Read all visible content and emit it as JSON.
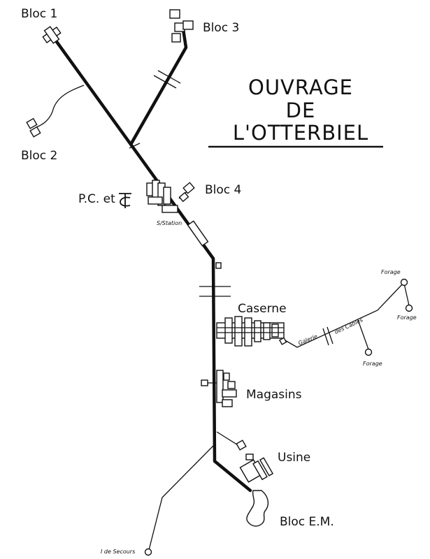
{
  "title": {
    "line1": "OUVRAGE",
    "line2": "DE",
    "line3": "L'OTTERBIEL"
  },
  "labels": {
    "bloc1": "Bloc 1",
    "bloc2": "Bloc 2",
    "bloc3": "Bloc 3",
    "bloc4": "Bloc 4",
    "pc": "P.C. et",
    "sous_station": "S/Station",
    "caserne": "Caserne",
    "galerie_1": "Galerie",
    "galerie_2": "des Câbles",
    "forage": "Forage",
    "magasins": "Magasins",
    "usine": "Usine",
    "bloc_em": "Bloc E.M.",
    "secours": "I de Secours"
  },
  "colors": {
    "ink": "#111111",
    "paper": "#ffffff"
  }
}
